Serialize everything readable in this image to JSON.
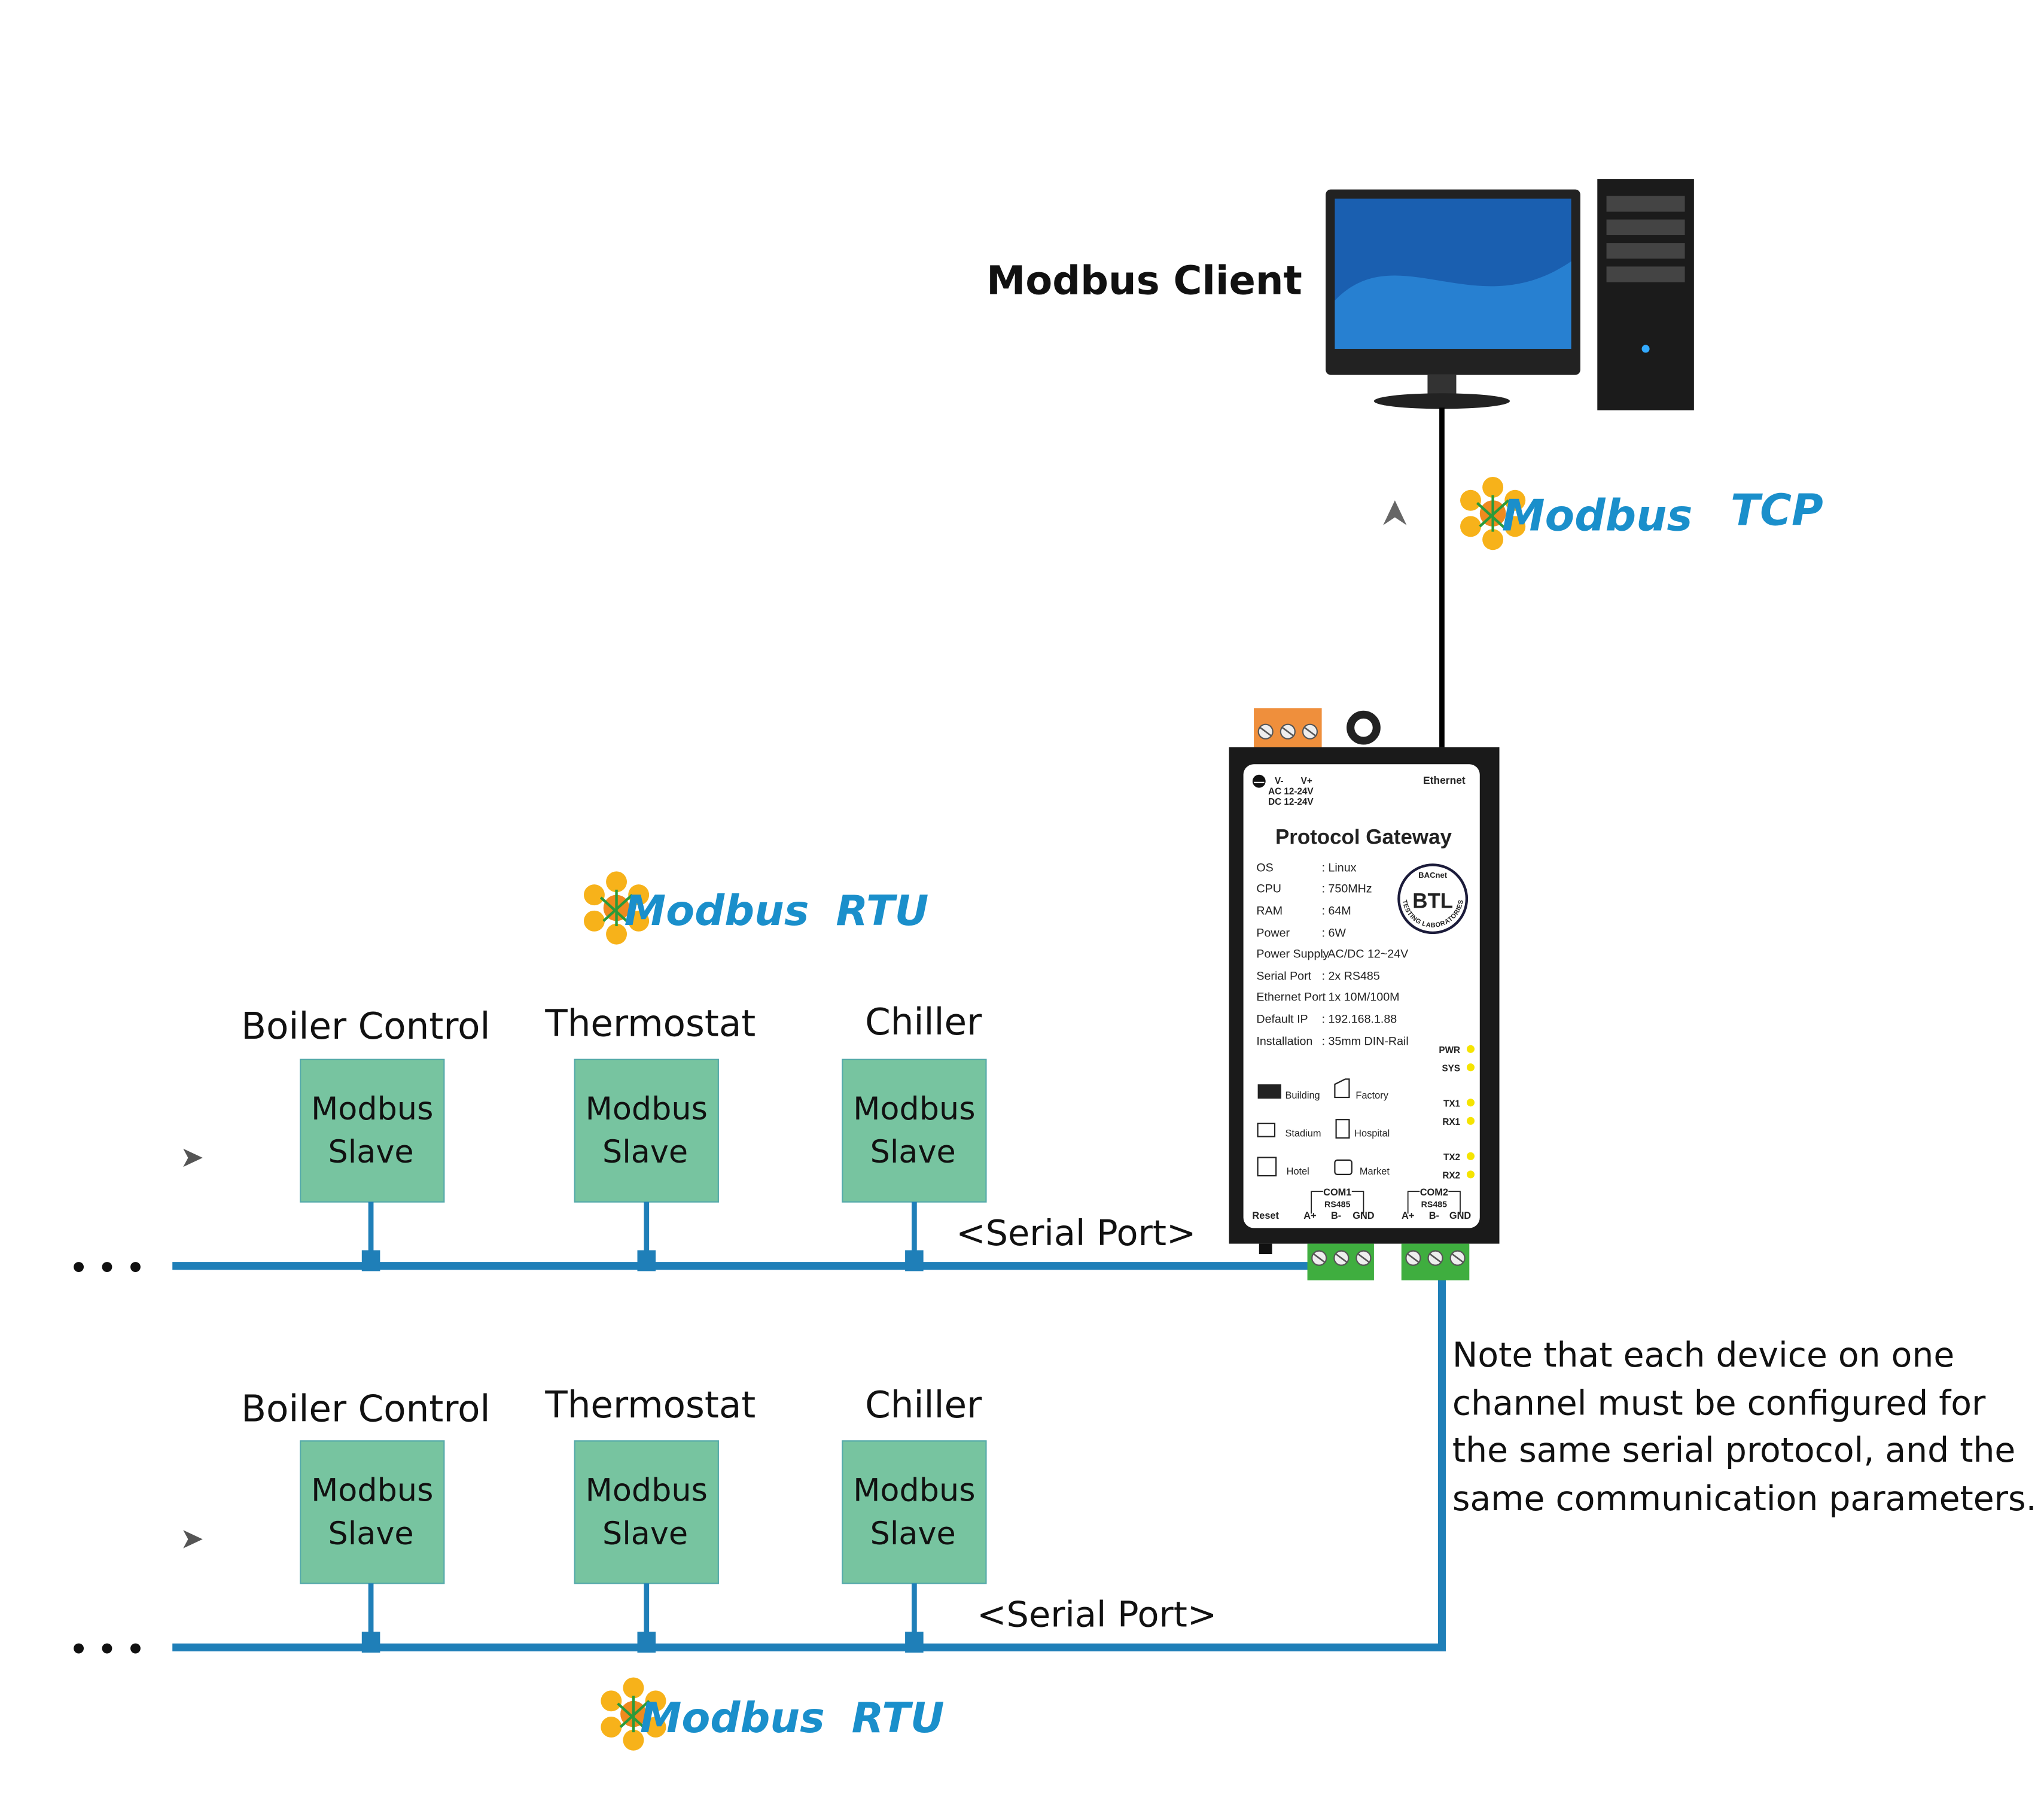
{
  "client": {
    "title": "Modbus Client"
  },
  "tcp_logo": {
    "word": "Modbus",
    "suffix": "TCP"
  },
  "rtu_logo_top": {
    "word": "Modbus",
    "suffix": "RTU"
  },
  "rtu_logo_bottom": {
    "word": "Modbus",
    "suffix": "RTU"
  },
  "colors": {
    "bus": "#1f7fb8",
    "slave_fill": "#77c4a0",
    "logo_blue": "#1a8fcb",
    "led": "#f5e400",
    "connector_green": "#3fae3f",
    "connector_orange": "#ef8f3c"
  },
  "channel1": {
    "devices": [
      {
        "name": "Boiler Control",
        "line1": "Modbus",
        "line2": "Slave"
      },
      {
        "name": "Thermostat",
        "line1": "Modbus",
        "line2": "Slave"
      },
      {
        "name": "Chiller",
        "line1": "Modbus",
        "line2": "Slave"
      }
    ],
    "port_label": "<Serial Port>",
    "ellipsis": "• • •",
    "arrow": "➤"
  },
  "channel2": {
    "devices": [
      {
        "name": "Boiler Control",
        "line1": "Modbus",
        "line2": "Slave"
      },
      {
        "name": "Thermostat",
        "line1": "Modbus",
        "line2": "Slave"
      },
      {
        "name": "Chiller",
        "line1": "Modbus",
        "line2": "Slave"
      }
    ],
    "port_label": "<Serial Port>",
    "ellipsis": "• • •",
    "arrow": "➤"
  },
  "note": [
    "Note that each device on one",
    "channel must be configured for",
    "the same serial protocol, and the",
    "same communication parameters."
  ],
  "gateway": {
    "title": "Protocol Gateway",
    "power": {
      "vminus": "V-",
      "vplus": "V+",
      "ac": "AC 12-24V",
      "dc": "DC 12-24V"
    },
    "ethernet": "Ethernet",
    "specs": [
      {
        "label": "OS",
        "value": ": Linux"
      },
      {
        "label": "CPU",
        "value": ": 750MHz"
      },
      {
        "label": "RAM",
        "value": ": 64M"
      },
      {
        "label": "Power",
        "value": ": 6W"
      },
      {
        "label": "Power Supply",
        "value": ": AC/DC 12~24V"
      },
      {
        "label": "Serial Port",
        "value": ": 2x RS485"
      },
      {
        "label": "Ethernet Port",
        "value": ": 1x 10M/100M"
      },
      {
        "label": "Default IP",
        "value": ": 192.168.1.88"
      },
      {
        "label": "Installation",
        "value": ": 35mm DIN-Rail"
      }
    ],
    "btl": {
      "center": "BTL",
      "ring_top": "BACnet",
      "ring_bottom": "TESTING LABORATORIES"
    },
    "leds": [
      "PWR",
      "SYS",
      "TX1",
      "RX1",
      "TX2",
      "RX2"
    ],
    "apps": [
      "Building",
      "Factory",
      "Stadium",
      "Hospital",
      "Hotel",
      "Market"
    ],
    "com1": {
      "name": "COM1",
      "type": "RS485",
      "pins": [
        "A+",
        "B-",
        "GND"
      ]
    },
    "com2": {
      "name": "COM2",
      "type": "RS485",
      "pins": [
        "A+",
        "B-",
        "GND"
      ]
    },
    "reset": "Reset"
  }
}
